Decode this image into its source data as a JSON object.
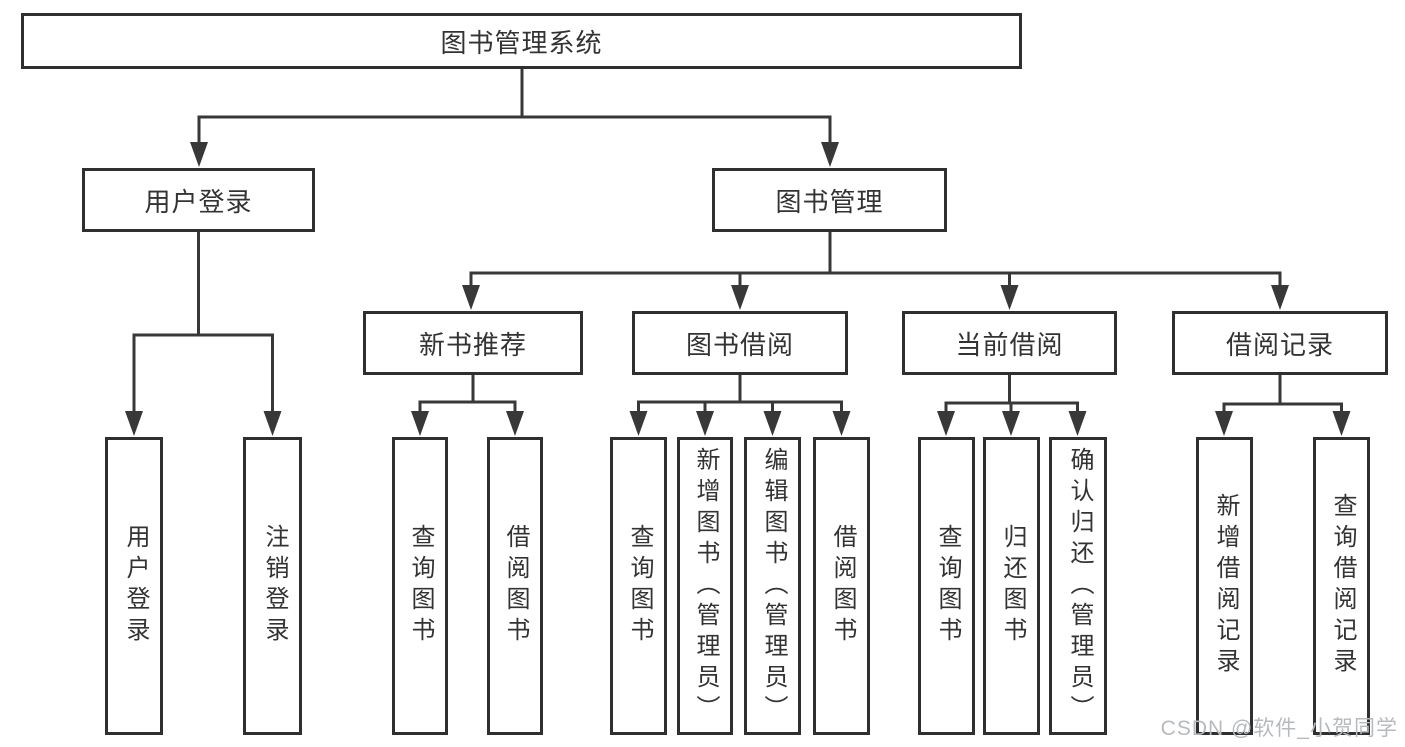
{
  "colors": {
    "line": "#383838",
    "border": "#2f2f2f",
    "text": "#333333",
    "watermark": "#b7babd",
    "background": "#ffffff"
  },
  "nodes": {
    "root": "图书管理系统",
    "login_group": "用户登录",
    "mgmt_group": "图书管理",
    "new_book_rec": "新书推荐",
    "book_borrow": "图书借阅",
    "current_borrow": "当前借阅",
    "borrow_records": "借阅记录",
    "user_login": "用户登录",
    "logout": "注销登录",
    "nb_query_books": "查询图书",
    "nb_borrow_books": "借阅图书",
    "bb_query_books": "查询图书",
    "bb_add_books": "新增图书（管理员）",
    "bb_edit_books": "编辑图书（管理员）",
    "bb_borrow_books": "借阅图书",
    "cb_query_books": "查询图书",
    "cb_return_books": "归还图书",
    "cb_confirm_return": "确认归还（管理员）",
    "br_add_record": "新增借阅记录",
    "br_query_record": "查询借阅记录"
  },
  "hierarchy": {
    "图书管理系统": {
      "用户登录": [
        "用户登录",
        "注销登录"
      ],
      "图书管理": {
        "新书推荐": [
          "查询图书",
          "借阅图书"
        ],
        "图书借阅": [
          "查询图书",
          "新增图书（管理员）",
          "编辑图书（管理员）",
          "借阅图书"
        ],
        "当前借阅": [
          "查询图书",
          "归还图书",
          "确认归还（管理员）"
        ],
        "借阅记录": [
          "新增借阅记录",
          "查询借阅记录"
        ]
      }
    }
  },
  "watermark": {
    "text": "CSDN @软件_小贺同学"
  }
}
